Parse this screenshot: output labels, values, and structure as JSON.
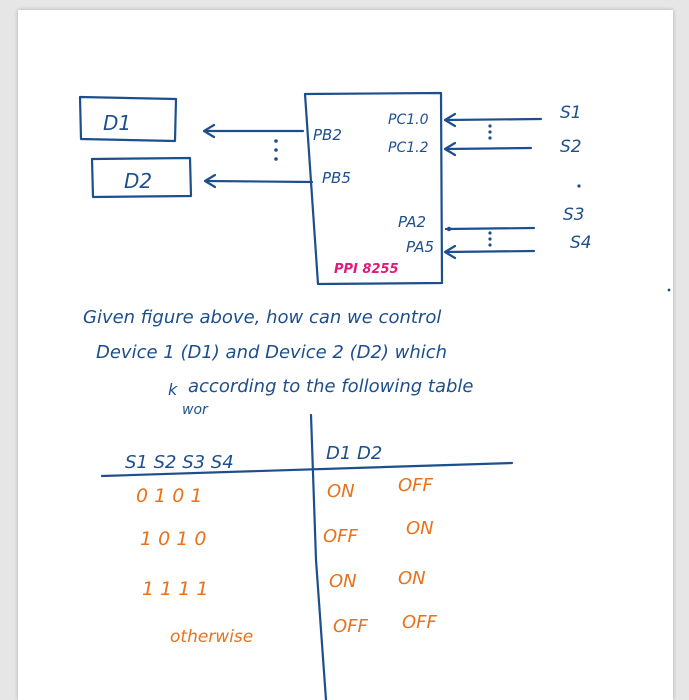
{
  "diagram": {
    "devices": {
      "d1": "D1",
      "d2": "D2"
    },
    "chip": {
      "label": "PPI 8255",
      "pins": {
        "pb2": "PB2",
        "pb5": "PB5",
        "pc10": "PC1.0",
        "pc12": "PC1.2",
        "pa2": "PA2",
        "pa5": "PA5"
      }
    },
    "switches": {
      "s1": "S1",
      "s2": "S2",
      "s3": "S3",
      "s4": "S4"
    }
  },
  "question": {
    "line1": "Given figure above, how can we control",
    "line2": "Device 1 (D1) and Device 2 (D2) which",
    "line3_prefix": "k",
    "line3_insert": "wor",
    "line3": "according to the following table"
  },
  "table": {
    "headers": {
      "switches": "S1 S2 S3 S4",
      "devices": "D1  D2"
    },
    "rows": [
      {
        "switches": "0  1  0  1",
        "d1": "ON",
        "d2": "OFF"
      },
      {
        "switches": "1  0  1  0",
        "d1": "OFF",
        "d2": "ON"
      },
      {
        "switches": "1  1  1  1",
        "d1": "ON",
        "d2": "ON"
      },
      {
        "switches": "otherwise",
        "d1": "OFF",
        "d2": "OFF"
      }
    ]
  },
  "colors": {
    "ink": "#1d4f8c",
    "chip_label": "#e0197a",
    "table_values": "#e8721c"
  }
}
